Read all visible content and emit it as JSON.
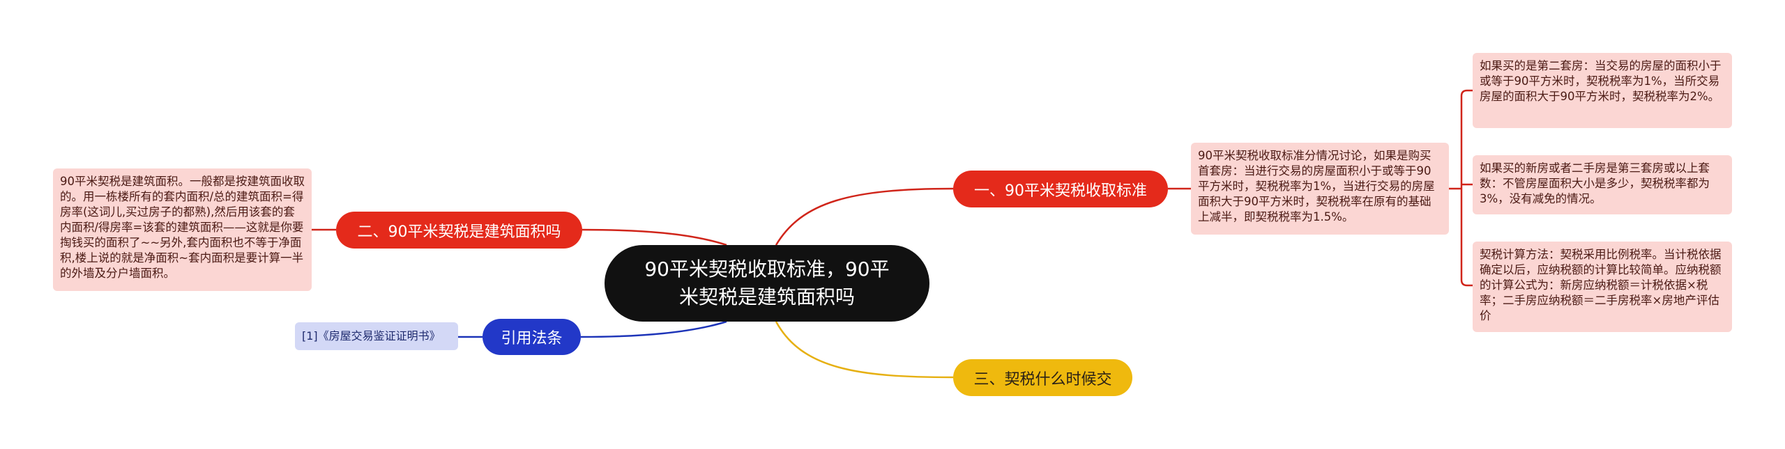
{
  "root": {
    "title": "90平米契税收取标准，90平米契税是建筑面积吗"
  },
  "branches": [
    {
      "label": "一、90平米契税收取标准",
      "color": "#e42a1b",
      "summary": "90平米契税收取标准分情况讨论，如果是购买首套房：当进行交易的房屋面积小于或等于90平方米时，契税税率为1%，当进行交易的房屋面积大于90平方米时，契税税率在原有的基础上减半，即契税税率为1.5%。",
      "details": [
        "如果买的是第二套房：当交易的房屋的面积小于或等于90平方米时，契税税率为1%，当所交易房屋的面积大于90平方米时，契税税率为2%。",
        "如果买的新房或者二手房是第三套房或以上套数：不管房屋面积大小是多少，契税税率都为3%，没有减免的情况。",
        "契税计算方法：契税采用比例税率。当计税依据确定以后，应纳税额的计算比较简单。应纳税额的计算公式为：新房应纳税额＝计税依据×税率；二手房应纳税额＝二手房税率×房地产评估价"
      ]
    },
    {
      "label": "二、90平米契税是建筑面积吗",
      "color": "#e42a1b",
      "summary": "90平米契税是建筑面积。一般都是按建筑面收取的。用一栋楼所有的套内面积/总的建筑面积=得房率(这词儿,买过房子的都熟),然后用该套的套内面积/得房率=该套的建筑面积——这就是你要掏钱买的面积了~~另外,套内面积也不等于净面积,楼上说的就是净面积~套内面积是要计算一半的外墙及分户墙面积。"
    },
    {
      "label": "三、契税什么时候交",
      "color": "#efb90e"
    },
    {
      "label": "引用法条",
      "color": "#2238c8",
      "citation": "[1]《房屋交易鉴证证明书》"
    }
  ],
  "colors": {
    "root_bg": "#111111",
    "leaf_bg": "#fbd6d3",
    "cite_bg": "#d3d8f6",
    "link_red": "#d0251a",
    "link_yellow": "#e6b012",
    "link_blue": "#1d34b8"
  }
}
